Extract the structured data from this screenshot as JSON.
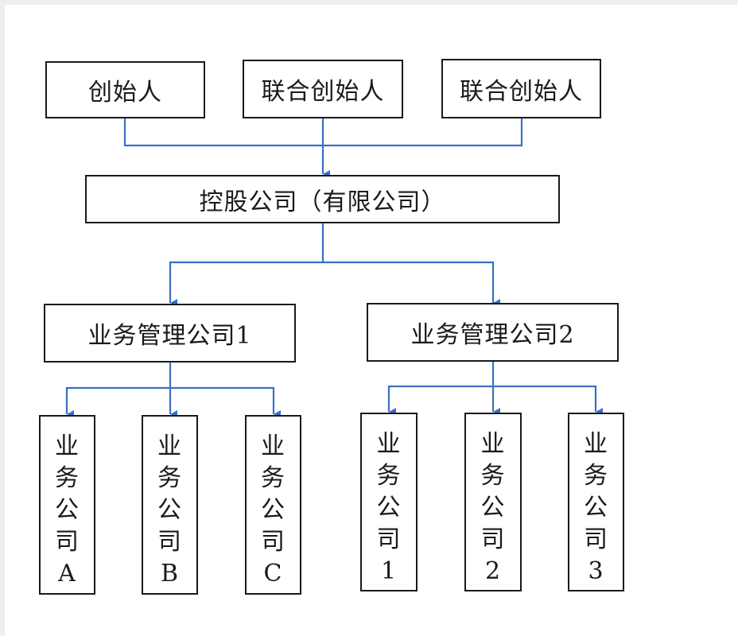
{
  "diagram": {
    "nodes": [
      {
        "id": "founder",
        "label": "创始人"
      },
      {
        "id": "cofounder1",
        "label": "联合创始人"
      },
      {
        "id": "cofounder2",
        "label": "联合创始人"
      },
      {
        "id": "holding",
        "label": "控股公司（有限公司）"
      },
      {
        "id": "mgmt1",
        "label": "业务管理公司1"
      },
      {
        "id": "mgmt2",
        "label": "业务管理公司2"
      },
      {
        "id": "bizA",
        "label": "业务公司A"
      },
      {
        "id": "bizB",
        "label": "业务公司B"
      },
      {
        "id": "bizC",
        "label": "业务公司C"
      },
      {
        "id": "biz1",
        "label": "业务公司1"
      },
      {
        "id": "biz2",
        "label": "业务公司2"
      },
      {
        "id": "biz3",
        "label": "业务公司3"
      }
    ],
    "edges": [
      {
        "from": "founder",
        "to": "holding"
      },
      {
        "from": "cofounder1",
        "to": "holding"
      },
      {
        "from": "cofounder2",
        "to": "holding"
      },
      {
        "from": "holding",
        "to": "mgmt1"
      },
      {
        "from": "holding",
        "to": "mgmt2"
      },
      {
        "from": "mgmt1",
        "to": "bizA"
      },
      {
        "from": "mgmt1",
        "to": "bizB"
      },
      {
        "from": "mgmt1",
        "to": "bizC"
      },
      {
        "from": "mgmt2",
        "to": "biz1"
      },
      {
        "from": "mgmt2",
        "to": "biz2"
      },
      {
        "from": "mgmt2",
        "to": "biz3"
      }
    ],
    "colors": {
      "connector": "#3a6fc4",
      "border": "#1a1a1a",
      "background": "#ffffff"
    }
  }
}
